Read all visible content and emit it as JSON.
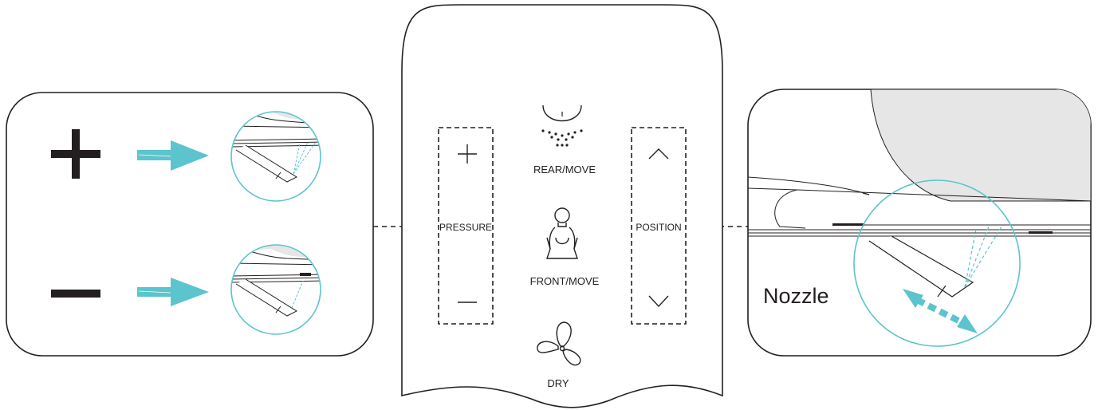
{
  "pressure": {
    "label": "PRESSURE"
  },
  "position": {
    "label": "POSITION"
  },
  "remote": {
    "rear_label": "REAR/MOVE",
    "front_label": "FRONT/MOVE",
    "dry_label": "DRY"
  },
  "right_panel": {
    "nozzle_label": "Nozzle"
  },
  "colors": {
    "accent": "#5bc4cc",
    "outline": "#231f20",
    "seat": "#e6e6e6"
  },
  "icons": {
    "plus": "plus-icon",
    "minus": "minus-icon",
    "rear": "rear-wash-icon",
    "front": "front-wash-icon",
    "dry": "fan-icon",
    "up": "chevron-up-icon",
    "down": "chevron-down-icon"
  }
}
